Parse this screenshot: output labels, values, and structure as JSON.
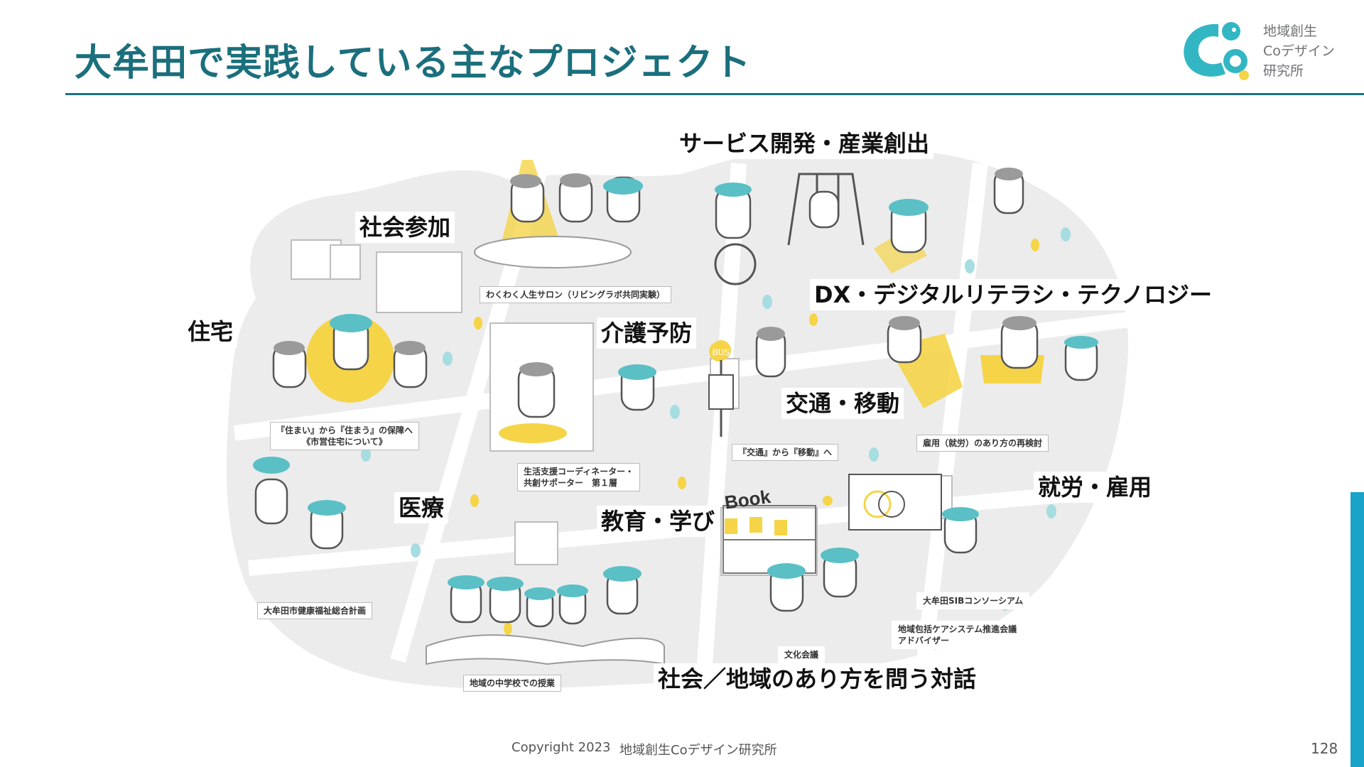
{
  "slide": {
    "title": "大牟田で実践している主なプロジェクト",
    "logo": {
      "line1": "地域創生",
      "line2": "Coデザイン",
      "line3": "研究所"
    },
    "page_number": "128",
    "footer": {
      "copyright": "Copyright 2023",
      "org": "地域創生Coデザイン研究所"
    }
  },
  "headings": {
    "service": "サービス開発・産業創出",
    "social": "社会参加",
    "dx": "DX・デジタルリテラシ・テクノロジー",
    "housing": "住宅",
    "care": "介護予防",
    "transport": "交通・移動",
    "employment": "就労・雇用",
    "medical": "医療",
    "education": "教育・学び",
    "dialogue": "社会／地域のあり方を問う対話"
  },
  "captions": {
    "salon": "わくわく人生サロン（リビングラボ共同実験）",
    "housing_1": "『住まい』から『住まう』の保障へ",
    "housing_2": "《市営住宅について》",
    "coordinator_1": "生活支援コーディネーター・",
    "coordinator_2": "共創サポーター　第１層",
    "transport": "『交通』から『移動』へ",
    "employment": "雇用（就労）のあり方の再検討",
    "health_plan": "大牟田市健康福祉総合計画",
    "sib": "大牟田SIBコンソーシアム",
    "care_system_1": "地域包括ケアシステム推進会議",
    "care_system_2": "アドバイザー",
    "school": "地域の中学校での授業",
    "culture": "文化会議"
  },
  "illustration_text": {
    "bus_sign": "BUS",
    "book_sign": "Book"
  },
  "colors": {
    "accent": "#1b6f7c",
    "teal_hair": "#5bbfc6",
    "yellow": "#f5d448",
    "sidebar": "#1aa3c8"
  }
}
